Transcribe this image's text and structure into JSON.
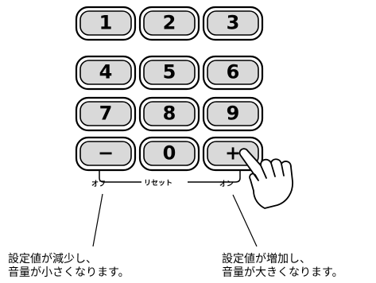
{
  "keypad": {
    "rows": [
      [
        "1",
        "2",
        "3"
      ],
      [
        "4",
        "5",
        "6"
      ],
      [
        "7",
        "8",
        "9"
      ],
      [
        "−",
        "0",
        "+"
      ]
    ]
  },
  "labels": {
    "off": "オフ",
    "reset": "リセット",
    "on": "オン"
  },
  "captions": {
    "decrease": [
      "設定値が減少し、",
      "音量が小さくなります。"
    ],
    "increase": [
      "設定値が増加し、",
      "音量が大きくなります。"
    ]
  },
  "colors": {
    "key_fill": "#d9d9d9",
    "outline": "#000000"
  }
}
